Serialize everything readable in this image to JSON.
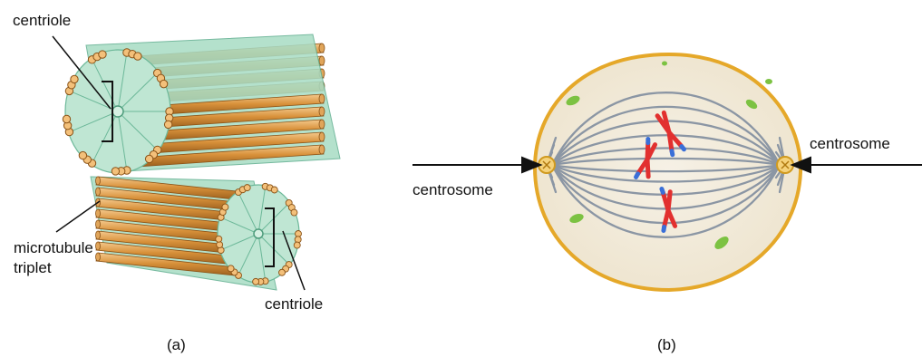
{
  "panel_a": {
    "label_top_centriole": "centriole",
    "label_microtubule": [
      "microtubule",
      "triplet"
    ],
    "label_bottom_centriole": "centriole",
    "caption": "(a)"
  },
  "panel_b": {
    "label_left_centrosome": "centrosome",
    "label_right_centrosome": "centrosome",
    "caption": "(b)"
  },
  "colors": {
    "tube": "#d8913a",
    "tube_dark": "#9a5e1c",
    "tube_light": "#f2c585",
    "sheath": "#9fd8bf",
    "sheath_dark": "#5fae8f",
    "cell_fill": "#f3ecdc",
    "cell_border": "#e5a829",
    "spindle": "#8b96a4",
    "chromosome_red": "#e2302f",
    "chromosome_blue": "#3a6fd8",
    "organelle_green": "#7cc242"
  }
}
